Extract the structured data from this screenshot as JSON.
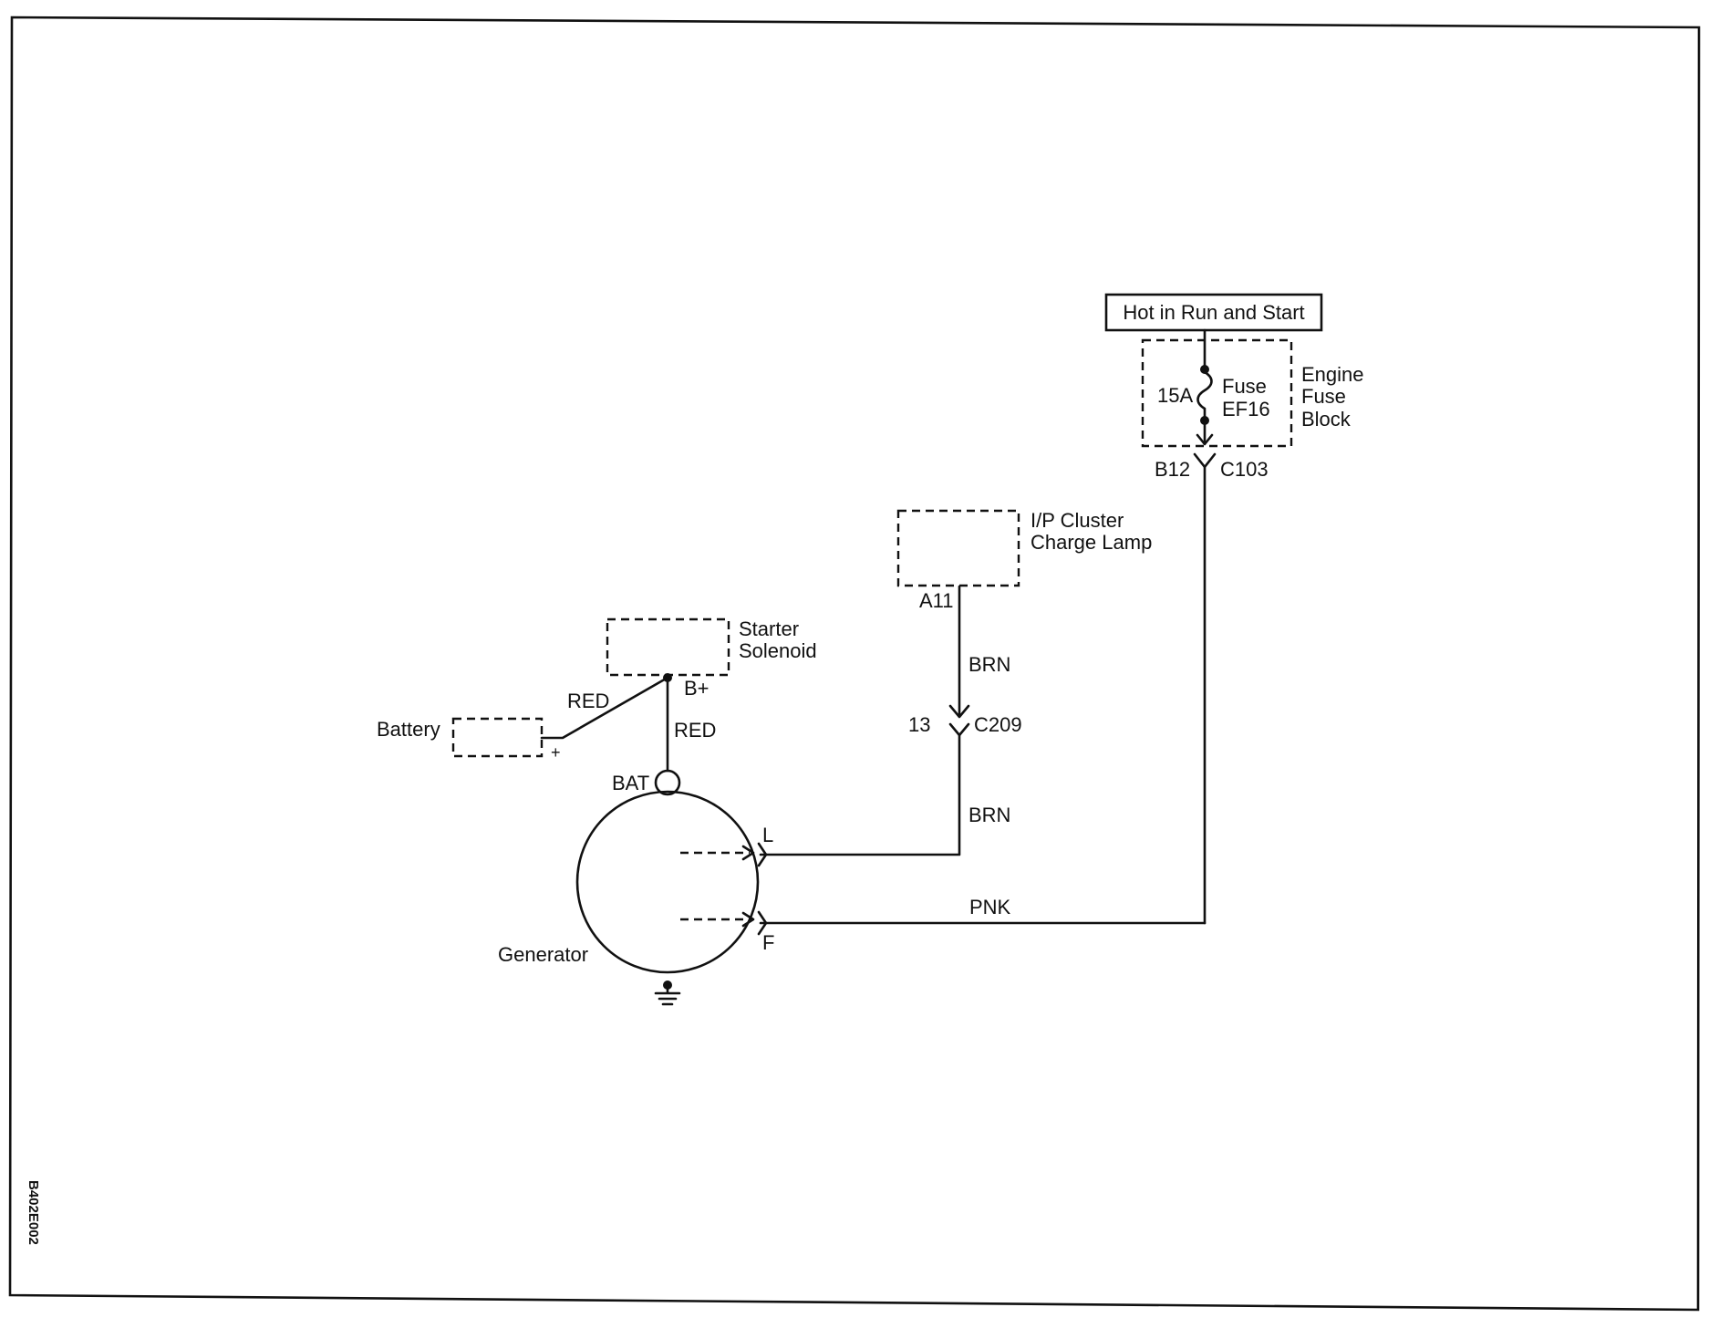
{
  "diagram_id": "B402E002",
  "power_source": {
    "label": "Hot in Run and Start"
  },
  "fuse_block": {
    "label_line1": "Engine",
    "label_line2": "Fuse",
    "label_line3": "Block",
    "fuse_rating": "15A",
    "fuse_name_line1": "Fuse",
    "fuse_name_line2": "EF16",
    "connector_pin": "B12",
    "connector_id": "C103"
  },
  "ip_cluster": {
    "label_line1": "I/P Cluster",
    "label_line2": "Charge Lamp",
    "pin": "A11"
  },
  "connector_c209": {
    "pin": "13",
    "id": "C209"
  },
  "starter_solenoid": {
    "label_line1": "Starter",
    "label_line2": "Solenoid",
    "terminal": "B+"
  },
  "battery": {
    "label": "Battery",
    "terminal": "+"
  },
  "generator": {
    "label": "Generator",
    "bat_terminal": "BAT",
    "l_terminal": "L",
    "f_terminal": "F"
  },
  "wires": {
    "battery_to_solenoid": "RED",
    "solenoid_to_generator": "RED",
    "cluster_to_c209": "BRN",
    "c209_to_generator": "BRN",
    "fuse_to_generator": "PNK"
  }
}
